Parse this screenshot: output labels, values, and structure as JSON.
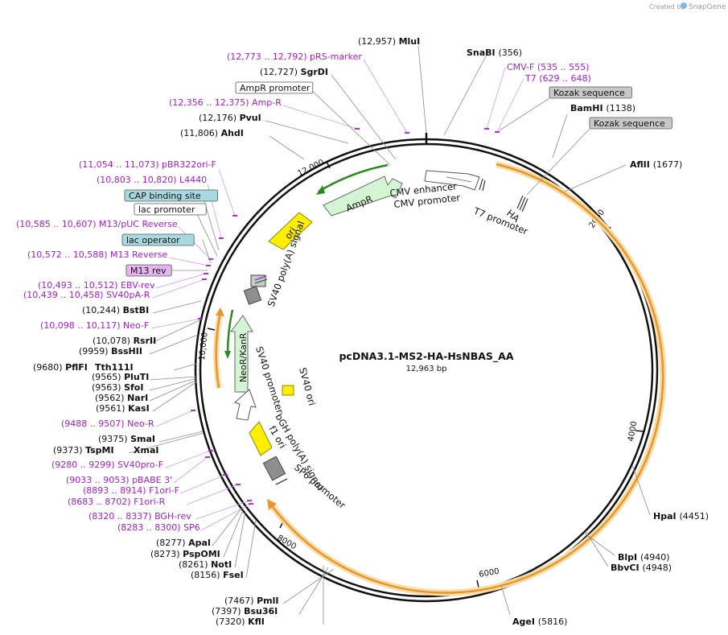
{
  "watermark": {
    "created_by": "Created by",
    "brand": "SnapGene"
  },
  "plasmid": {
    "name": "pcDNA3.1-MS2-HA-HsNBAS_AA",
    "length": "12,963 bp",
    "length_bp": 12963
  },
  "ticks": [
    {
      "bp": 2000,
      "label": "2000"
    },
    {
      "bp": 4000,
      "label": "4000"
    },
    {
      "bp": 6000,
      "label": "6000"
    },
    {
      "bp": 8000,
      "label": "8000"
    },
    {
      "bp": 10000,
      "label": "10,000"
    },
    {
      "bp": 12000,
      "label": "12,000"
    }
  ],
  "colors": {
    "enzyme": "#000000",
    "primer": "#a020c8",
    "kozak_box": "#c8c8c8",
    "cap_box": "#a8d8e0",
    "m13_box": "#e4b6f0",
    "orange_orf": "#f0a040",
    "orf_halo": "#f8e0b0",
    "amp": "#d0f4d0",
    "ori": "#ffee00",
    "green_line": "#2a8a20",
    "gray_feature": "#888888"
  },
  "labels": [
    {
      "text": "(12,957)",
      "bold": "MluI",
      "kind": "enzyme"
    },
    {
      "text": "(12,773 .. 12,792)",
      "bold": "pRS-marker",
      "kind": "primer"
    },
    {
      "text": "(12,727)",
      "bold": "SgrDI",
      "kind": "enzyme"
    },
    {
      "text": "AmpR promoter",
      "kind": "box-white"
    },
    {
      "text": "(12,356 .. 12,375)",
      "bold": "Amp-R",
      "kind": "primer"
    },
    {
      "text": "(12,176)",
      "bold": "PvuI",
      "kind": "enzyme"
    },
    {
      "text": "(11,806)",
      "bold": "AhdI",
      "kind": "enzyme"
    },
    {
      "text": "(11,054 .. 11,073)",
      "bold": "pBR322ori-F",
      "kind": "primer"
    },
    {
      "text": "(10,803 .. 10,820)",
      "bold": "L4440",
      "kind": "primer"
    },
    {
      "text": "CAP binding site",
      "kind": "box-cap"
    },
    {
      "text": "lac promoter",
      "kind": "box-white"
    },
    {
      "text": "(10,585 .. 10,607)",
      "bold": "M13/pUC Reverse",
      "kind": "primer"
    },
    {
      "text": "lac operator",
      "kind": "box-cap"
    },
    {
      "text": "(10,572 .. 10,588)",
      "bold": "M13 Reverse",
      "kind": "primer"
    },
    {
      "text": "M13 rev",
      "kind": "box-m13"
    },
    {
      "text": "(10,493 .. 10,512)",
      "bold": "EBV-rev",
      "kind": "primer"
    },
    {
      "text": "(10,439 .. 10,458)",
      "bold": "SV40pA-R",
      "kind": "primer"
    },
    {
      "text": "(10,244)",
      "bold": "BstBI",
      "kind": "enzyme"
    },
    {
      "text": "(10,098 .. 10,117)",
      "bold": "Neo-F",
      "kind": "primer"
    },
    {
      "text": "(10,078)",
      "bold": "RsrII",
      "kind": "enzyme"
    },
    {
      "text": "(9959)",
      "bold": "BssHII",
      "kind": "enzyme"
    },
    {
      "text": "(9680)",
      "bold": "PflFI",
      "kind": "enzyme"
    },
    {
      "text": "(9565)",
      "bold": "PluTI",
      "kind": "enzyme"
    },
    {
      "text": "(9563)",
      "bold": "SfoI",
      "kind": "enzyme"
    },
    {
      "text": "(9562)",
      "bold": "NarI",
      "kind": "enzyme"
    },
    {
      "text": "(9561)",
      "bold": "KasI",
      "kind": "enzyme"
    },
    {
      "text": "(9488 .. 9507)",
      "bold": "Neo-R",
      "kind": "primer"
    },
    {
      "text": "(9375)",
      "bold": "SmaI",
      "kind": "enzyme"
    },
    {
      "text": "(9373)",
      "bold": "TspMI",
      "kind": "enzyme"
    },
    {
      "text": "(9280 .. 9299)",
      "bold": "SV40pro-F",
      "kind": "primer"
    },
    {
      "text": "(9033 .. 9053)",
      "bold": "pBABE 3'",
      "kind": "primer"
    },
    {
      "text": "(8893 .. 8914)",
      "bold": "F1ori-F",
      "kind": "primer"
    },
    {
      "text": "(8683 .. 8702)",
      "bold": "F1ori-R",
      "kind": "primer"
    },
    {
      "text": "(8320 .. 8337)",
      "bold": "BGH-rev",
      "kind": "primer"
    },
    {
      "text": "(8283 .. 8300)",
      "bold": "SP6",
      "kind": "primer"
    },
    {
      "text": "(8277)",
      "bold": "ApaI",
      "kind": "enzyme"
    },
    {
      "text": "(8273)",
      "bold": "PspOMI",
      "kind": "enzyme"
    },
    {
      "text": "(8261)",
      "bold": "NotI",
      "kind": "enzyme"
    },
    {
      "text": "(8156)",
      "bold": "FseI",
      "kind": "enzyme"
    },
    {
      "text": "(7467)",
      "bold": "PmlI",
      "kind": "enzyme"
    },
    {
      "text": "(7397)",
      "bold": "Bsu36I",
      "kind": "enzyme"
    },
    {
      "text": "(7320)",
      "bold": "KflI",
      "kind": "enzyme"
    },
    {
      "text": "(5816)",
      "bold": "AgeI",
      "kind": "enzyme"
    },
    {
      "text": "(4948)",
      "bold": "BbvCI",
      "kind": "enzyme"
    },
    {
      "text": "(4940)",
      "bold": "BlpI",
      "kind": "enzyme"
    },
    {
      "text": "(4451)",
      "bold": "HpaI",
      "kind": "enzyme"
    },
    {
      "text": "(1677)",
      "bold": "AflII",
      "kind": "enzyme"
    },
    {
      "text": "(1138)",
      "bold": "BamHI",
      "kind": "enzyme"
    },
    {
      "text": "Kozak sequence",
      "kind": "box-kozak"
    },
    {
      "text": "Kozak sequence",
      "kind": "box-kozak"
    },
    {
      "text": "(629 .. 648)",
      "bold": "T7",
      "kind": "primer"
    },
    {
      "text": "(535 .. 555)",
      "bold": "CMV-F",
      "kind": "primer"
    },
    {
      "text": "(356)",
      "bold": "SnaBI",
      "kind": "enzyme"
    }
  ],
  "extras": {
    "tth": "Tth111I",
    "xma": "XmaI"
  },
  "features": {
    "cmv_enhancer": "CMV enhancer",
    "cmv_promoter": "CMV promoter",
    "t7_promoter": "T7 promoter",
    "ha": "HA",
    "ampr": "AmpR",
    "ori": "ori",
    "sv40_polya": "SV40 poly(A) signal",
    "neo_kanr": "NeoR/KanR",
    "sv40_promoter": "SV40 promoter",
    "sv40_ori": "SV40 ori",
    "bgh_polya": "bGH poly(A) signal",
    "f1_ori": "f1 ori",
    "sp6_promoter": "SP6 promoter"
  }
}
